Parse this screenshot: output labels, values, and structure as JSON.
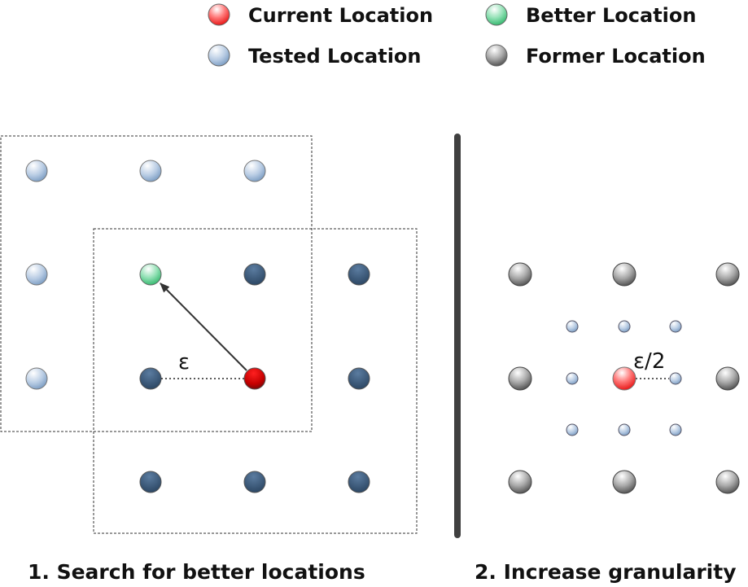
{
  "legend": {
    "current": "Current Location",
    "better": "Better Location",
    "tested": "Tested Location",
    "former": "Former Location"
  },
  "captions": {
    "step1": "1. Search for better locations",
    "step2": "2. Increase granularity"
  },
  "labels": {
    "epsilon": "ε",
    "half_epsilon": "ε/2"
  },
  "colors": {
    "current": "#e8000d",
    "better": "#33c173",
    "tested_light": "#7fa3c9",
    "tested_dark": "#33506e",
    "former": "#5a5a5a",
    "divider": "#404040"
  }
}
